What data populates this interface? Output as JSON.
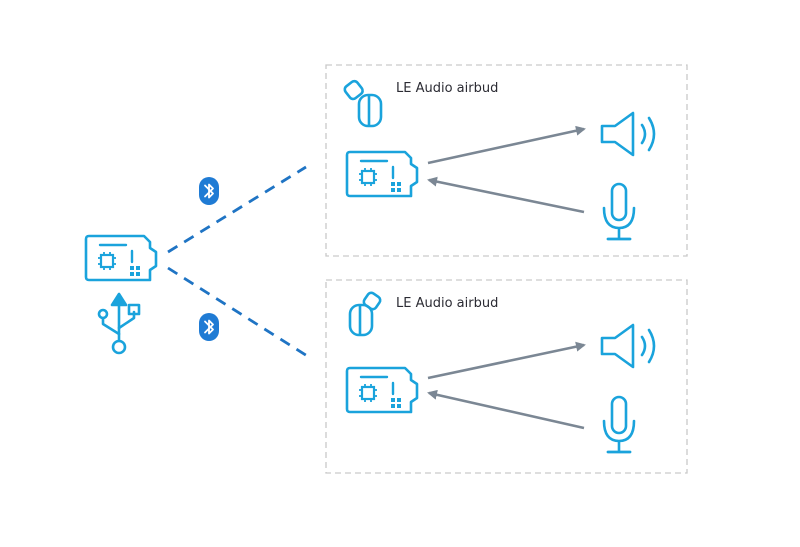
{
  "diagram": {
    "colors": {
      "accent": "#1aa3dc",
      "link": "#1f74c4",
      "arrow": "#7b8794",
      "frame": "#c9c9c9",
      "bluetooth_badge": "#1f7bd4"
    },
    "host": {
      "icons": [
        "dev-board-icon",
        "usb-icon"
      ]
    },
    "wireless_links": [
      {
        "icon": "bluetooth-icon"
      },
      {
        "icon": "bluetooth-icon"
      }
    ],
    "airbuds": [
      {
        "label": "LE Audio airbud",
        "icons": [
          "earbud-icon",
          "dev-board-icon",
          "speaker-icon",
          "microphone-icon"
        ],
        "flows": [
          "board-to-speaker",
          "microphone-to-board"
        ]
      },
      {
        "label": "LE Audio airbud",
        "icons": [
          "earbud-icon",
          "dev-board-icon",
          "speaker-icon",
          "microphone-icon"
        ],
        "flows": [
          "board-to-speaker",
          "microphone-to-board"
        ]
      }
    ]
  }
}
